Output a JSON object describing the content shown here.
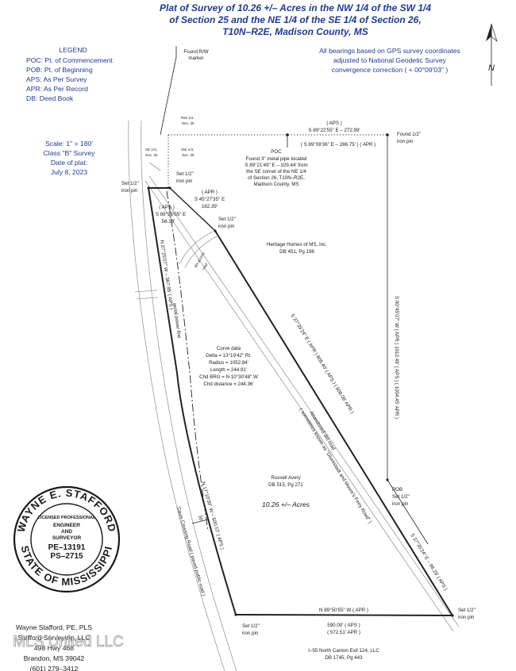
{
  "title": {
    "line1": "Plat of Survey of 10.26 +/– Acres in the NW 1/4 of the SW 1/4",
    "line2": "of Section 25 and the NE 1/4 of the SE 1/4 of Section 26,",
    "line3": "T10N–R2E, Madison County, MS"
  },
  "legend": {
    "heading": "LEGEND",
    "items": [
      "POC: Pt. of Commencement",
      "POB: Pt. of Beginning",
      "APS: As Per Survey",
      "APR: As Per Record",
      "DB: Deed Book"
    ]
  },
  "bearings_note": {
    "line1": "All bearings based on GPS survey coordinates",
    "line2": "adjusted to National Geodetic Survey",
    "line3": "convergence correction ( + 00°09'03\" )"
  },
  "north_arrow": {
    "label": "N"
  },
  "scale_info": {
    "line1": "Scale: 1\" = 180'",
    "line2": "Class \"B\" Survey",
    "line3": "Date of plat:",
    "line4": "July 8, 2023"
  },
  "labels": {
    "found_rw": [
      "Found R/W",
      "marker"
    ],
    "nw_quarter": [
      "NW 1/4,",
      "Sec. 25"
    ],
    "se_quarter": [
      "SE 1/4,",
      "Sec. 26"
    ],
    "sw_quarter": [
      "SW 1/4,",
      "Sec. 25"
    ],
    "top_aps": [
      "( APS )",
      "S 89°22'55\" E – 272.99'"
    ],
    "top_apr": "( S 89°08'36\" E – 286.75' ) ( APR )",
    "found_ne": [
      "Found 1/2\"",
      "iron pin"
    ],
    "poc_label": "POC",
    "poc_desc": [
      "Found 3\" metal pipe located",
      "S 89°21'49\" E – 329.44' from",
      "the SE corner of the NE 1/4",
      "of Section 26, T10N–R2E,",
      "Madison County, MS"
    ],
    "set_pin_nw_center": [
      "Set 1/2\"",
      "iron pin"
    ],
    "set_pin_far_left": [
      "Set 1/2\"",
      "iron pin"
    ],
    "apr_upper": [
      "( APR )",
      "S 45°27'35\" E",
      "162.39'"
    ],
    "aps_short": [
      "( APS )",
      "S 89°36'05\" E",
      "56.10'"
    ],
    "set_pin_mid": [
      "Set 1/2\"",
      "iron pin"
    ],
    "heritage": [
      "Heritage Homes of MS, Inc.",
      "DB 451, Pg 198"
    ],
    "dirt_road": [
      "dirt access",
      "road"
    ],
    "west_upper": "N 07°25'07\" W – 367.95' ( APS )",
    "aerial": "aerial power line",
    "curve": [
      "Curve data",
      "Delta = 13°19'42\" Rt.",
      "Radius = 1052.84'",
      "Length = 244.91'",
      "Chd BRG = N 10°30'48\" W",
      "Chd distance = 244.36'"
    ],
    "diagonal": "S 37°35'24\" E ( APR ) 808.40' ( APS ) ( 808.08' APR )",
    "east_side": "S 00°45'07\" W ( APR ) 1012.49' ( APS ) ( 1004.45' APR )",
    "abandoned": "Abandoned dirt road",
    "known_as": "( sometimes known as \"Gluckstadt and Moore's Ferry Road\" )",
    "russell": [
      "Russell Avery",
      "DB 515, Pg 271"
    ],
    "acres": "10.26 +/– Acres",
    "pob": [
      "POB",
      "Set 1/2\"",
      "iron pin"
    ],
    "west_lower": "N 17°10'39\" W – 600.57' ( APS )",
    "davis": "Davis Crossing Road ( paved public road )",
    "se_diag": "S 37°35'24\" E – 96.28' ( APS )",
    "set_pin_se": [
      "Set 1/2\"",
      "iron pin"
    ],
    "bottom_apr": "N 89°50'55\" W ( APR )",
    "bottom_aps": "590.00' ( APS )",
    "bottom_apr2": "( 572.51' APR )",
    "set_pin_sw": [
      "Set 1/2\"",
      "iron pin"
    ],
    "i55": [
      "I–55 North Canton Exit 124, LLC",
      "DB 1745, Pg 443"
    ],
    "dim_30": "30'"
  },
  "seal": {
    "top_text": "WAYNE E. STAFFORD",
    "bottom_text": "STATE OF MISSISSIPPI",
    "line1": "LICENSED PROFESSIONAL",
    "line2": "ENGINEER",
    "line3": "AND",
    "line4": "SURVEYOR",
    "pe": "PE–13191",
    "ps": "PS–2715"
  },
  "surveyor": {
    "line1": "Wayne Stafford, PE, PLS",
    "line2": "Stafford Surveying, LLC",
    "line3": "498 Hwy 468",
    "line4": "Brandon, MS 39042",
    "line5": "(601) 279–3412"
  },
  "watermark": "MLS United LLC",
  "colors": {
    "title": "#1f3a93",
    "ink": "#1a1a1a"
  }
}
